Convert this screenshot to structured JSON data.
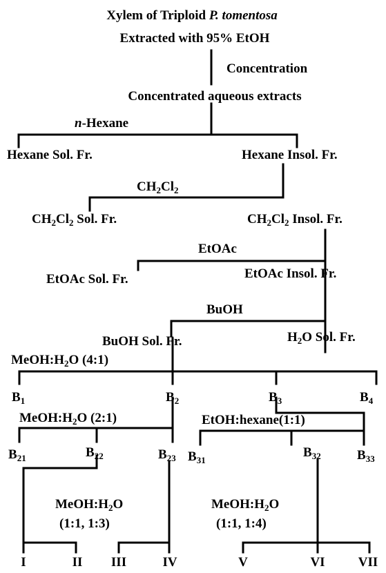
{
  "diagram": {
    "title_main": "Xylem of Triploid ",
    "title_italic": "P. tomentosa",
    "extract": "Extracted with 95% EtOH",
    "concentration": "Concentration",
    "aqueous": "Concentrated aqueous extracts",
    "hexane_solvent_italic": "n",
    "hexane_solvent_rest": "-Hexane",
    "hexane_sol": "Hexane Sol. Fr.",
    "hexane_insol": "Hexane Insol. Fr.",
    "ch2cl2_solvent": {
      "a": "CH",
      "s1": "2",
      "b": "Cl",
      "s2": "2",
      "c": ""
    },
    "ch2cl2_sol": {
      "a": "CH",
      "s1": "2",
      "b": "Cl",
      "s2": "2",
      "c": " Sol. Fr."
    },
    "ch2cl2_insol": {
      "a": "CH",
      "s1": "2",
      "b": "Cl",
      "s2": "2",
      "c": " Insol. Fr."
    },
    "etoac_solvent": "EtOAc",
    "etoac_sol": "EtOAc Sol. Fr.",
    "etoac_insol": "EtOAc Insol.  Fr.",
    "buoh_solvent": "BuOH",
    "buoh_sol": "BuOH Sol. Fr.",
    "h2o_sol": {
      "a": "H",
      "s": "2",
      "b": "O Sol. Fr."
    },
    "meoh_41": "MeOH:H2O (4:1)",
    "meoh_41_parts": {
      "a": "MeOH:H",
      "s": "2",
      "b": "O (4:1)"
    },
    "b1": {
      "a": "B",
      "s": "1"
    },
    "b2": {
      "a": "B",
      "s": "2"
    },
    "b3": {
      "a": "B",
      "s": "3"
    },
    "b4": {
      "a": "B",
      "s": "4"
    },
    "meoh_21": {
      "a": "MeOH:H",
      "s": "2",
      "b": "O (2:1)"
    },
    "etoh_hex": "EtOH:hexane(1:1)",
    "b21": {
      "a": "B",
      "s": "21"
    },
    "b22": {
      "a": "B",
      "s": "22"
    },
    "b23": {
      "a": "B",
      "s": "23"
    },
    "b31": {
      "a": "B",
      "s": "31"
    },
    "b32": {
      "a": "B",
      "s": "32"
    },
    "b33": {
      "a": "B",
      "s": "33"
    },
    "meoh_13": {
      "a": "MeOH:H",
      "s": "2",
      "b": "O",
      "line2": "(1:1, 1:3)"
    },
    "meoh_14": {
      "a": "MeOH:H",
      "s": "2",
      "b": "O",
      "line2": "(1:1, 1:4)"
    },
    "compounds": [
      "I",
      "II",
      "III",
      "IV",
      "V",
      "VI",
      "VII"
    ]
  }
}
